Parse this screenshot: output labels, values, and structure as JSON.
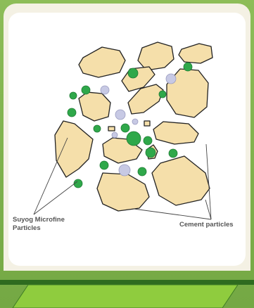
{
  "labels": {
    "suyog_line1": "Suyog Microfine",
    "suyog_line2": "Particles",
    "cement": "Cement particles"
  },
  "colors": {
    "frame_green": "#7cae4a",
    "card_cream": "#f4f1e4",
    "cement_fill": "#f5dfaa",
    "cement_stroke": "#222222",
    "microfine_green": "#2fa84a",
    "small_grey": "#c7c9e4",
    "banner_green": "#8fcc3e",
    "banner_dark": "#2e6b1f"
  },
  "icons": {
    "cement_particle": "irregular-polygon",
    "microfine_particle": "green-circle",
    "void_particle": "lavender-circle"
  }
}
